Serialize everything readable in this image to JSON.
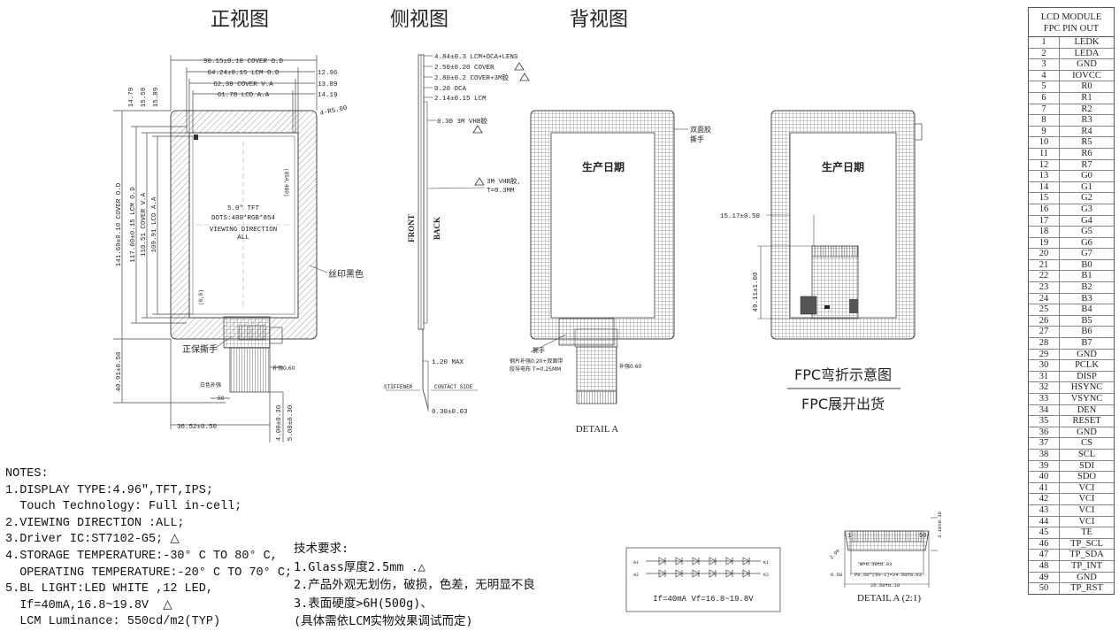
{
  "view_titles": {
    "front": "正视图",
    "side": "侧视图",
    "back": "背视图"
  },
  "front_view": {
    "dims_top": [
      "90.15±0.10 COVER O.D",
      "64.24±0.15 LCM O.D",
      "62.38 COVER V.A",
      "61.78 LCD A.A"
    ],
    "dims_right": [
      "12.96",
      "13.89",
      "14.19"
    ],
    "dims_left_top": [
      "14.79",
      "15.59",
      "15.89"
    ],
    "dims_left_vertical": [
      "141.69±0.10 COVER O.D",
      "117.60±0.15 LCM O.D",
      "110.51 COVER V.A",
      "109.91 LCD A.A"
    ],
    "dims_bottom_left": "40.91±0.50",
    "dims_bottom": "36.52±0.50",
    "dims_bottom_vert": [
      "4.00±0.30",
      "5.00±0.30"
    ],
    "radius": "4-R5.00",
    "center_lines": [
      "5.0\" TFT",
      "DOTS:480*RGB*854",
      "VIEWING DIRECTION",
      "ALL"
    ],
    "corner_a": "(0,0)",
    "corner_b": "(854,480)",
    "silk_label": "丝印黑色",
    "tear_label": "正保撕手",
    "small_label_1": "白色补强",
    "small_label_2": "补强0.60",
    "small_label_3": "50"
  },
  "side_view": {
    "dims": [
      "4.84±0.3 LCM+OCA+LENS",
      "2.50±0.20 COVER",
      "2.80±0.2 COVER+3M胶",
      "0.20 OCA",
      "2.14±0.15 LCM"
    ],
    "vhb": "0.30 3M VHB胶",
    "vhb2": [
      "3M VHB胶,",
      "T=0.3MM"
    ],
    "front": "FRONT",
    "back": "BACK",
    "max": "1.20 MAX",
    "stiffener": "STIFFENER",
    "contact": "CONTACT SIDE",
    "bottom_dim": "0.30±0.03"
  },
  "back_view": {
    "date_label": "生产日期",
    "tape_label": "双面胶",
    "tear_label": "撕手",
    "tear_label2": "撕手",
    "note": [
      "钢片补强0.20+双面带",
      "胶导电布 T=0.25MM"
    ],
    "stiff": "补强0.60",
    "detail": "DETAIL A"
  },
  "fpc_view": {
    "date_label": "生产日期",
    "dim_h": "15.17±0.50",
    "dim_v": "49.11±1.00",
    "bend_label": "FPC弯折示意图",
    "unfold_label": "FPC展开出货"
  },
  "detail_2to1": {
    "label": "DETAIL A (2:1)",
    "pin_first": "1",
    "pin_last": "50",
    "dims": [
      "W=0.30±0.03",
      "P0.50*(50-1)=24.50±0.03",
      "25.50±0.10"
    ],
    "left_dims": [
      "2.90",
      "0.50"
    ],
    "right_dim": "3.10±0.30"
  },
  "led_circuit": {
    "params": "If=40mA   Vf=16.8~19.8V",
    "labels": [
      "A1",
      "K1",
      "A2",
      "K2"
    ]
  },
  "notes": {
    "title": "NOTES:",
    "lines": [
      "1.DISPLAY TYPE:4.96\",TFT,IPS;",
      "  Touch Technology: Full in-cell;",
      "2.VIEWING DIRECTION :ALL;",
      "3.Driver IC:ST7102-G5; △",
      "4.STORAGE TEMPERATURE:-30° C TO 80° C,",
      "  OPERATING TEMPERATURE:-20° C TO 70° C;",
      "5.BL LIGHT:LED WHITE ,12 LED,",
      "  If=40mA,16.8~19.8V  △",
      "  LCM Luminance: 550cd/m2(TYP)"
    ]
  },
  "requirements": {
    "title": "技术要求:",
    "lines": [
      "1.Glass厚度2.5mm .△",
      "2.产品外观无划伤，破损，色差，无明显不良",
      "3.表面硬度>6H(500g)、",
      "(具体需依LCM实物效果调试而定)"
    ]
  },
  "pin_table": {
    "title_1": "LCD MODULE",
    "title_2": "FPC PIN OUT",
    "pins": [
      {
        "n": "1",
        "s": "LEDK"
      },
      {
        "n": "2",
        "s": "LEDA"
      },
      {
        "n": "3",
        "s": "GND"
      },
      {
        "n": "4",
        "s": "IOVCC"
      },
      {
        "n": "5",
        "s": "R0"
      },
      {
        "n": "6",
        "s": "R1"
      },
      {
        "n": "7",
        "s": "R2"
      },
      {
        "n": "8",
        "s": "R3"
      },
      {
        "n": "9",
        "s": "R4"
      },
      {
        "n": "10",
        "s": "R5"
      },
      {
        "n": "11",
        "s": "R6"
      },
      {
        "n": "12",
        "s": "R7"
      },
      {
        "n": "13",
        "s": "G0"
      },
      {
        "n": "14",
        "s": "G1"
      },
      {
        "n": "15",
        "s": "G2"
      },
      {
        "n": "16",
        "s": "G3"
      },
      {
        "n": "17",
        "s": "G4"
      },
      {
        "n": "18",
        "s": "G5"
      },
      {
        "n": "19",
        "s": "G6"
      },
      {
        "n": "20",
        "s": "G7"
      },
      {
        "n": "21",
        "s": "B0"
      },
      {
        "n": "22",
        "s": "B1"
      },
      {
        "n": "23",
        "s": "B2"
      },
      {
        "n": "24",
        "s": "B3"
      },
      {
        "n": "25",
        "s": "B4"
      },
      {
        "n": "26",
        "s": "B5"
      },
      {
        "n": "27",
        "s": "B6"
      },
      {
        "n": "28",
        "s": "B7"
      },
      {
        "n": "29",
        "s": "GND"
      },
      {
        "n": "30",
        "s": "PCLK"
      },
      {
        "n": "31",
        "s": "DISP"
      },
      {
        "n": "32",
        "s": "HSYNC"
      },
      {
        "n": "33",
        "s": "VSYNC"
      },
      {
        "n": "34",
        "s": "DEN"
      },
      {
        "n": "35",
        "s": "RESET"
      },
      {
        "n": "36",
        "s": "GND"
      },
      {
        "n": "37",
        "s": "CS"
      },
      {
        "n": "38",
        "s": "SCL"
      },
      {
        "n": "39",
        "s": "SDI"
      },
      {
        "n": "40",
        "s": "SDO"
      },
      {
        "n": "41",
        "s": "VCI"
      },
      {
        "n": "42",
        "s": "VCI"
      },
      {
        "n": "43",
        "s": "VCI"
      },
      {
        "n": "44",
        "s": "VCI"
      },
      {
        "n": "45",
        "s": "TE"
      },
      {
        "n": "46",
        "s": "TP_SCL"
      },
      {
        "n": "47",
        "s": "TP_SDA"
      },
      {
        "n": "48",
        "s": "TP_INT"
      },
      {
        "n": "49",
        "s": "GND"
      },
      {
        "n": "50",
        "s": "TP_RST"
      }
    ]
  }
}
